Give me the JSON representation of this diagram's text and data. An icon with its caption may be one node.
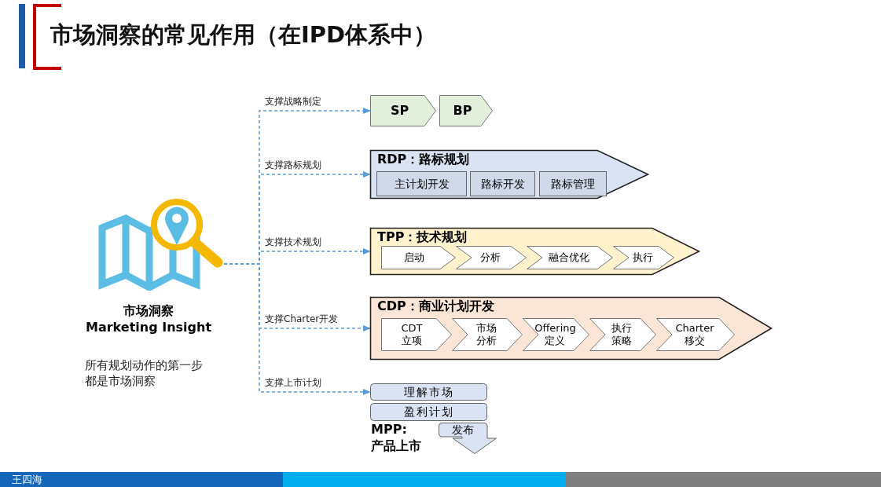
{
  "diagram": {
    "title": "市场洞察的常见作用（在IPD体系中）",
    "nodes": [
      {
        "text": [
          "市场洞察 Marketing Insight",
          "所有规划动作的第一步都是市场洞察"
        ]
      },
      {
        "text": [
          "SP"
        ]
      },
      {
        "text": [
          "BP"
        ]
      },
      {
        "text": [
          "RDP：路标规划"
        ]
      },
      {
        "text": [
          "主计划开发"
        ],
        "in": 3
      },
      {
        "text": [
          "路标开发"
        ],
        "in": 3
      },
      {
        "text": [
          "路标管理"
        ],
        "in": 3
      },
      {
        "text": [
          "TPP：技术规划"
        ]
      },
      {
        "text": [
          "启动"
        ],
        "in": 7
      },
      {
        "text": [
          "分析"
        ],
        "in": 7
      },
      {
        "text": [
          "融合优化"
        ],
        "in": 7
      },
      {
        "text": [
          "执行"
        ],
        "in": 7
      },
      {
        "text": [
          "CDP：商业计划开发"
        ]
      },
      {
        "text": [
          "CDT 立项"
        ],
        "in": 12
      },
      {
        "text": [
          "市场分析"
        ],
        "in": 12
      },
      {
        "text": [
          "Offering 定义"
        ],
        "in": 12
      },
      {
        "text": [
          "执行策略"
        ],
        "in": 12
      },
      {
        "text": [
          "Charter 移交"
        ],
        "in": 12
      },
      {
        "text": [
          "理解市场"
        ]
      },
      {
        "text": [
          "盈利计划"
        ]
      },
      {
        "text": [
          "发布"
        ]
      }
    ],
    "edges": [
      {
        "from": 0,
        "to": 1,
        "arrow": "to",
        "label": "支撑战略制定",
        "style": "dashed"
      },
      {
        "from": 0,
        "to": 3,
        "arrow": "to",
        "label": "支撑路标规划",
        "style": "dashed"
      },
      {
        "from": 0,
        "to": 7,
        "arrow": "to",
        "label": "支撑技术规划",
        "style": "dashed"
      },
      {
        "from": 0,
        "to": 12,
        "arrow": "to",
        "label": "支撑Charter开发",
        "style": "dashed"
      },
      {
        "from": 0,
        "to": 18,
        "arrow": "to",
        "label": "支撑上市计划",
        "style": "dashed"
      }
    ],
    "labels": [
      "MPP: 产品上市",
      "王四海"
    ]
  }
}
